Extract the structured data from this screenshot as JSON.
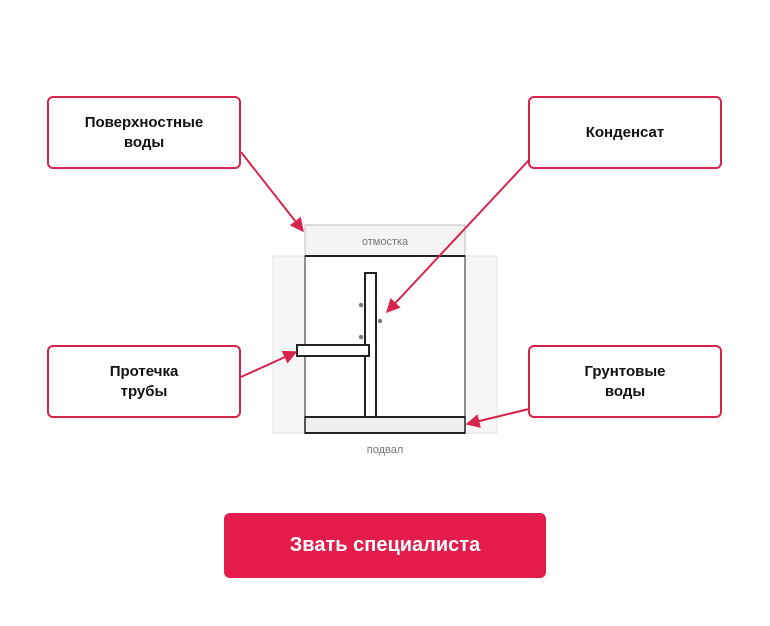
{
  "callouts": {
    "surface_water": "Поверхностные\nводы",
    "condensate": "Конденсат",
    "pipe_leak": "Протечка\nтрубы",
    "groundwater": "Грунтовые\nводы"
  },
  "diagram": {
    "top_label": "отмостка",
    "bottom_label": "подвал"
  },
  "cta": {
    "label": "Звать специалиста"
  },
  "colors": {
    "accent": "#e31c4b",
    "callout_border": "#d6244d"
  }
}
